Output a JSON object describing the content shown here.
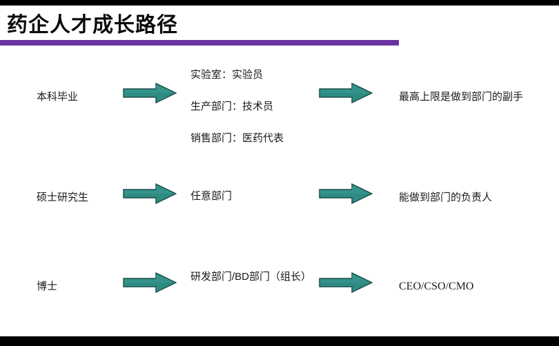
{
  "slide": {
    "title": "药企人才成长路径",
    "accent_color": "#6b33a0",
    "arrow_color": "#2e8b82",
    "arrow_outline_color": "#1a4d49",
    "background_color": "#ffffff",
    "text_color": "#1a1a1a"
  },
  "rows": [
    {
      "stage": "本科毕业",
      "arrow1": "right-arrow-icon",
      "roles": [
        "实验室：实验员",
        "生产部门：技术员",
        "销售部门：医药代表"
      ],
      "arrow2": "right-arrow-icon",
      "ceiling": "最高上限是做到部门的副手"
    },
    {
      "stage": "硕士研究生",
      "arrow1": "right-arrow-icon",
      "roles": [
        "任意部门"
      ],
      "arrow2": "right-arrow-icon",
      "ceiling": "能做到部门的负责人"
    },
    {
      "stage": "博士",
      "arrow1": "right-arrow-icon",
      "roles": [
        "研发部门/BD部门（组长）"
      ],
      "arrow2": "right-arrow-icon",
      "ceiling": "CEO/CSO/CMO"
    }
  ]
}
